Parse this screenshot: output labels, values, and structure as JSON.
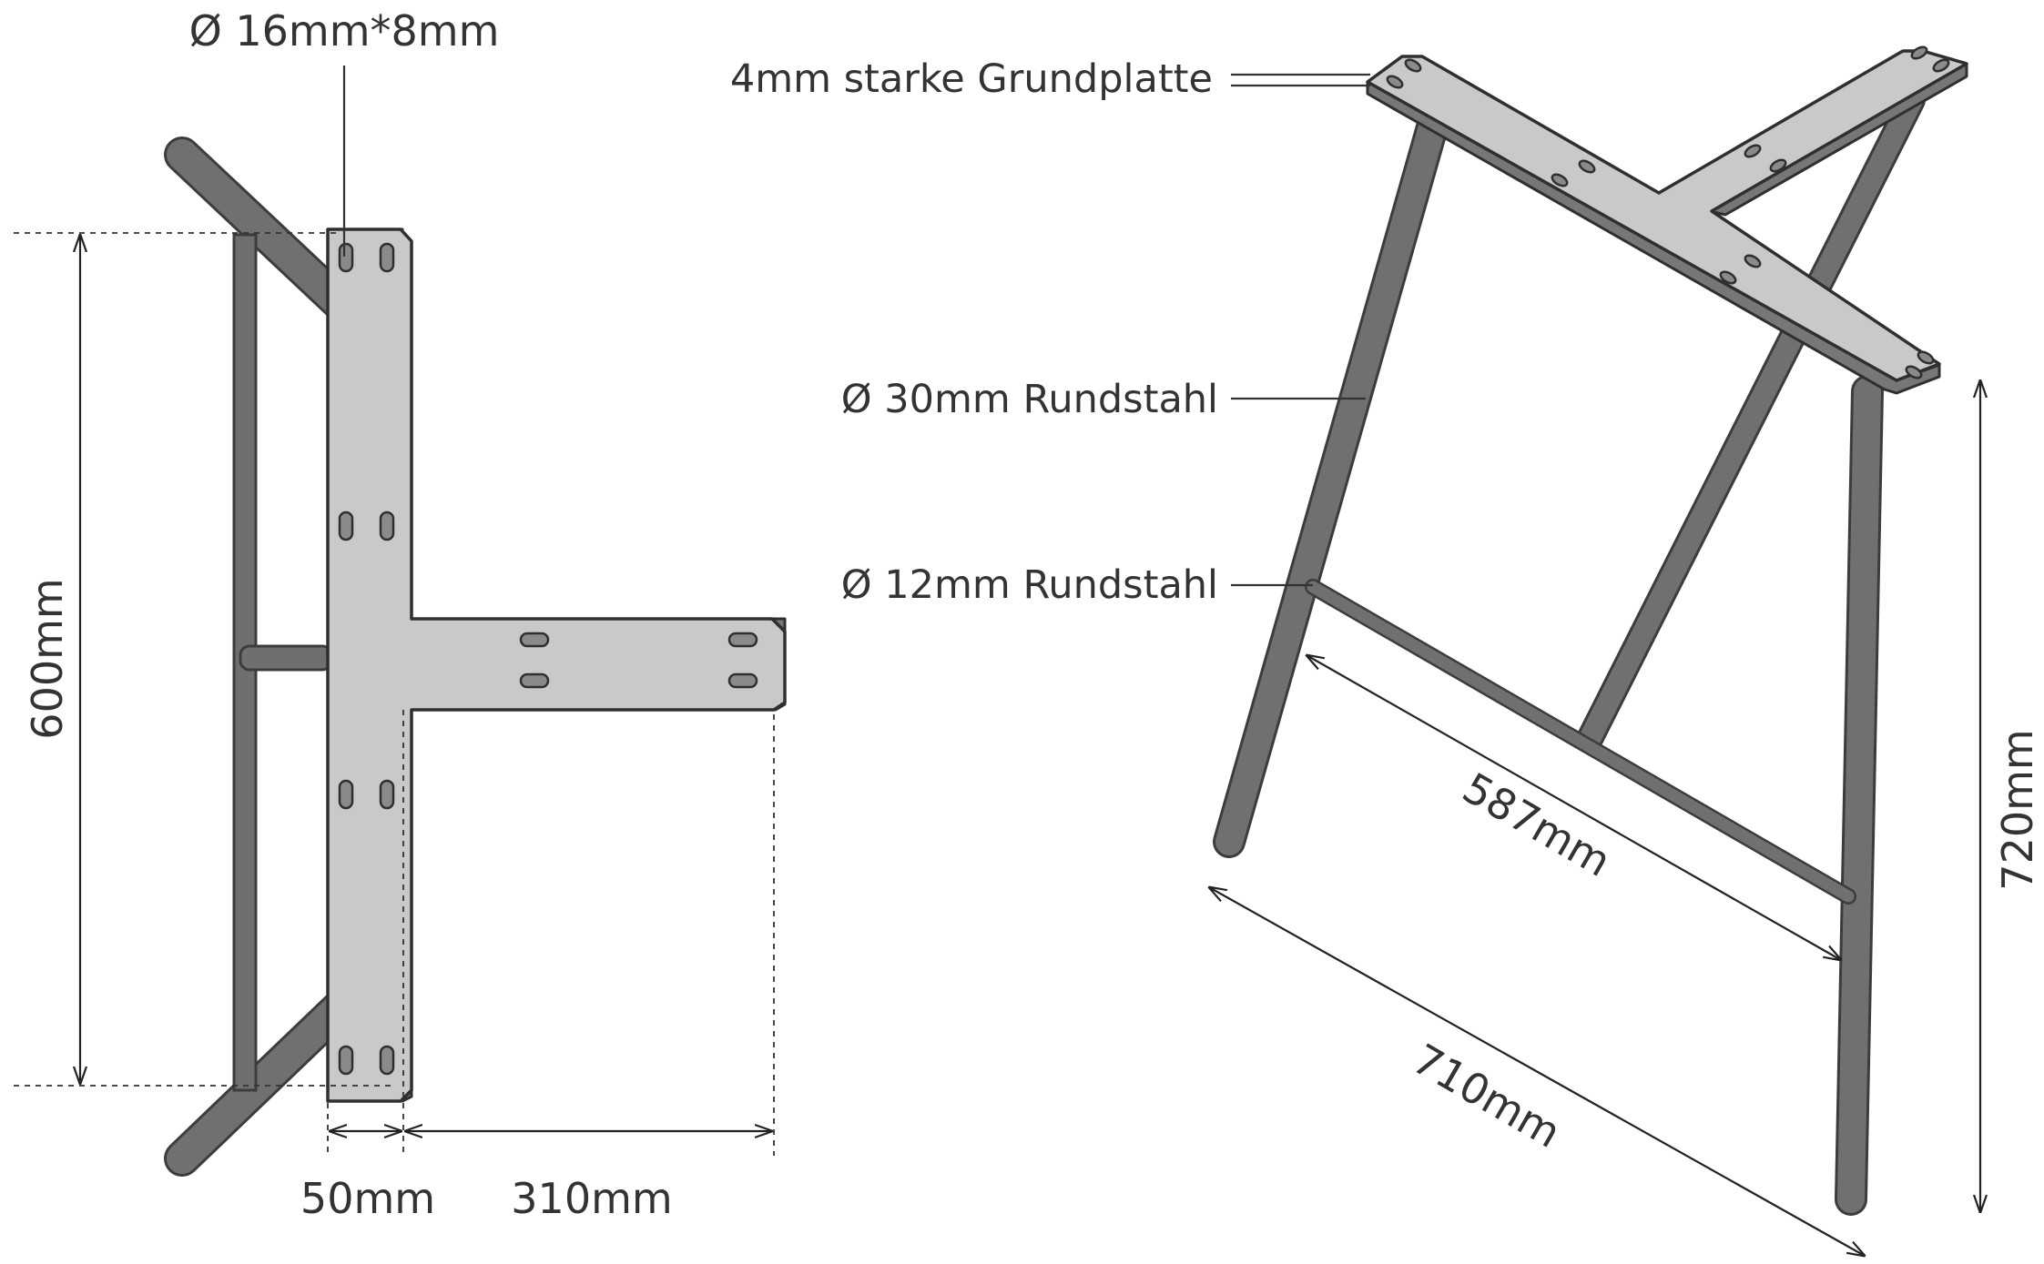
{
  "top_view": {
    "slot_label": "Ø 16mm*8mm",
    "height_label": "600mm",
    "flange_label": "50mm",
    "arm_label": "310mm"
  },
  "side_view": {
    "plate_label": "4mm starke Grundplatte",
    "leg_label": "Ø 30mm Rundstahl",
    "brace_label": "Ø 12mm Rundstahl",
    "brace_length_label": "587mm",
    "width_label": "710mm",
    "height_label": "720mm"
  },
  "colors": {
    "steel": "#6f6f6f",
    "plate": "#c9c9c9",
    "outline": "#2f2f2f",
    "text": "#333333"
  }
}
